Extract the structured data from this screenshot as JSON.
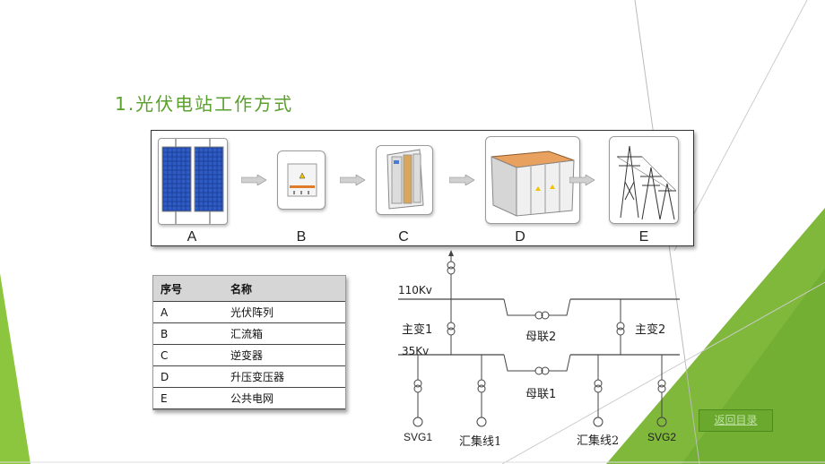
{
  "title": "1.光伏电站工作方式",
  "flow": {
    "steps": [
      {
        "label": "A"
      },
      {
        "label": "B"
      },
      {
        "label": "C"
      },
      {
        "label": "D"
      },
      {
        "label": "E"
      }
    ]
  },
  "legend": {
    "header": {
      "col1": "序号",
      "col2": "名称"
    },
    "rows": [
      {
        "id": "A",
        "name": "光伏阵列"
      },
      {
        "id": "B",
        "name": "汇流箱"
      },
      {
        "id": "C",
        "name": "逆变器"
      },
      {
        "id": "D",
        "name": "升压变压器"
      },
      {
        "id": "E",
        "name": "公共电网"
      }
    ]
  },
  "wiring": {
    "bus_110": "110Kv",
    "bus_35": "35Kv",
    "main_transformer_1": "主变1",
    "main_transformer_2": "主变2",
    "bus_tie_2": "母联2",
    "bus_tie_1": "母联1",
    "svg1": "SVG1",
    "collector_1": "汇集线1",
    "collector_2": "汇集线2",
    "svg2": "SVG2"
  },
  "nav": {
    "back_label": "返回目录"
  },
  "colors": {
    "accent_green": "#7fb83a",
    "dark_green": "#5a9a2a",
    "title_green": "#5aa02c"
  }
}
